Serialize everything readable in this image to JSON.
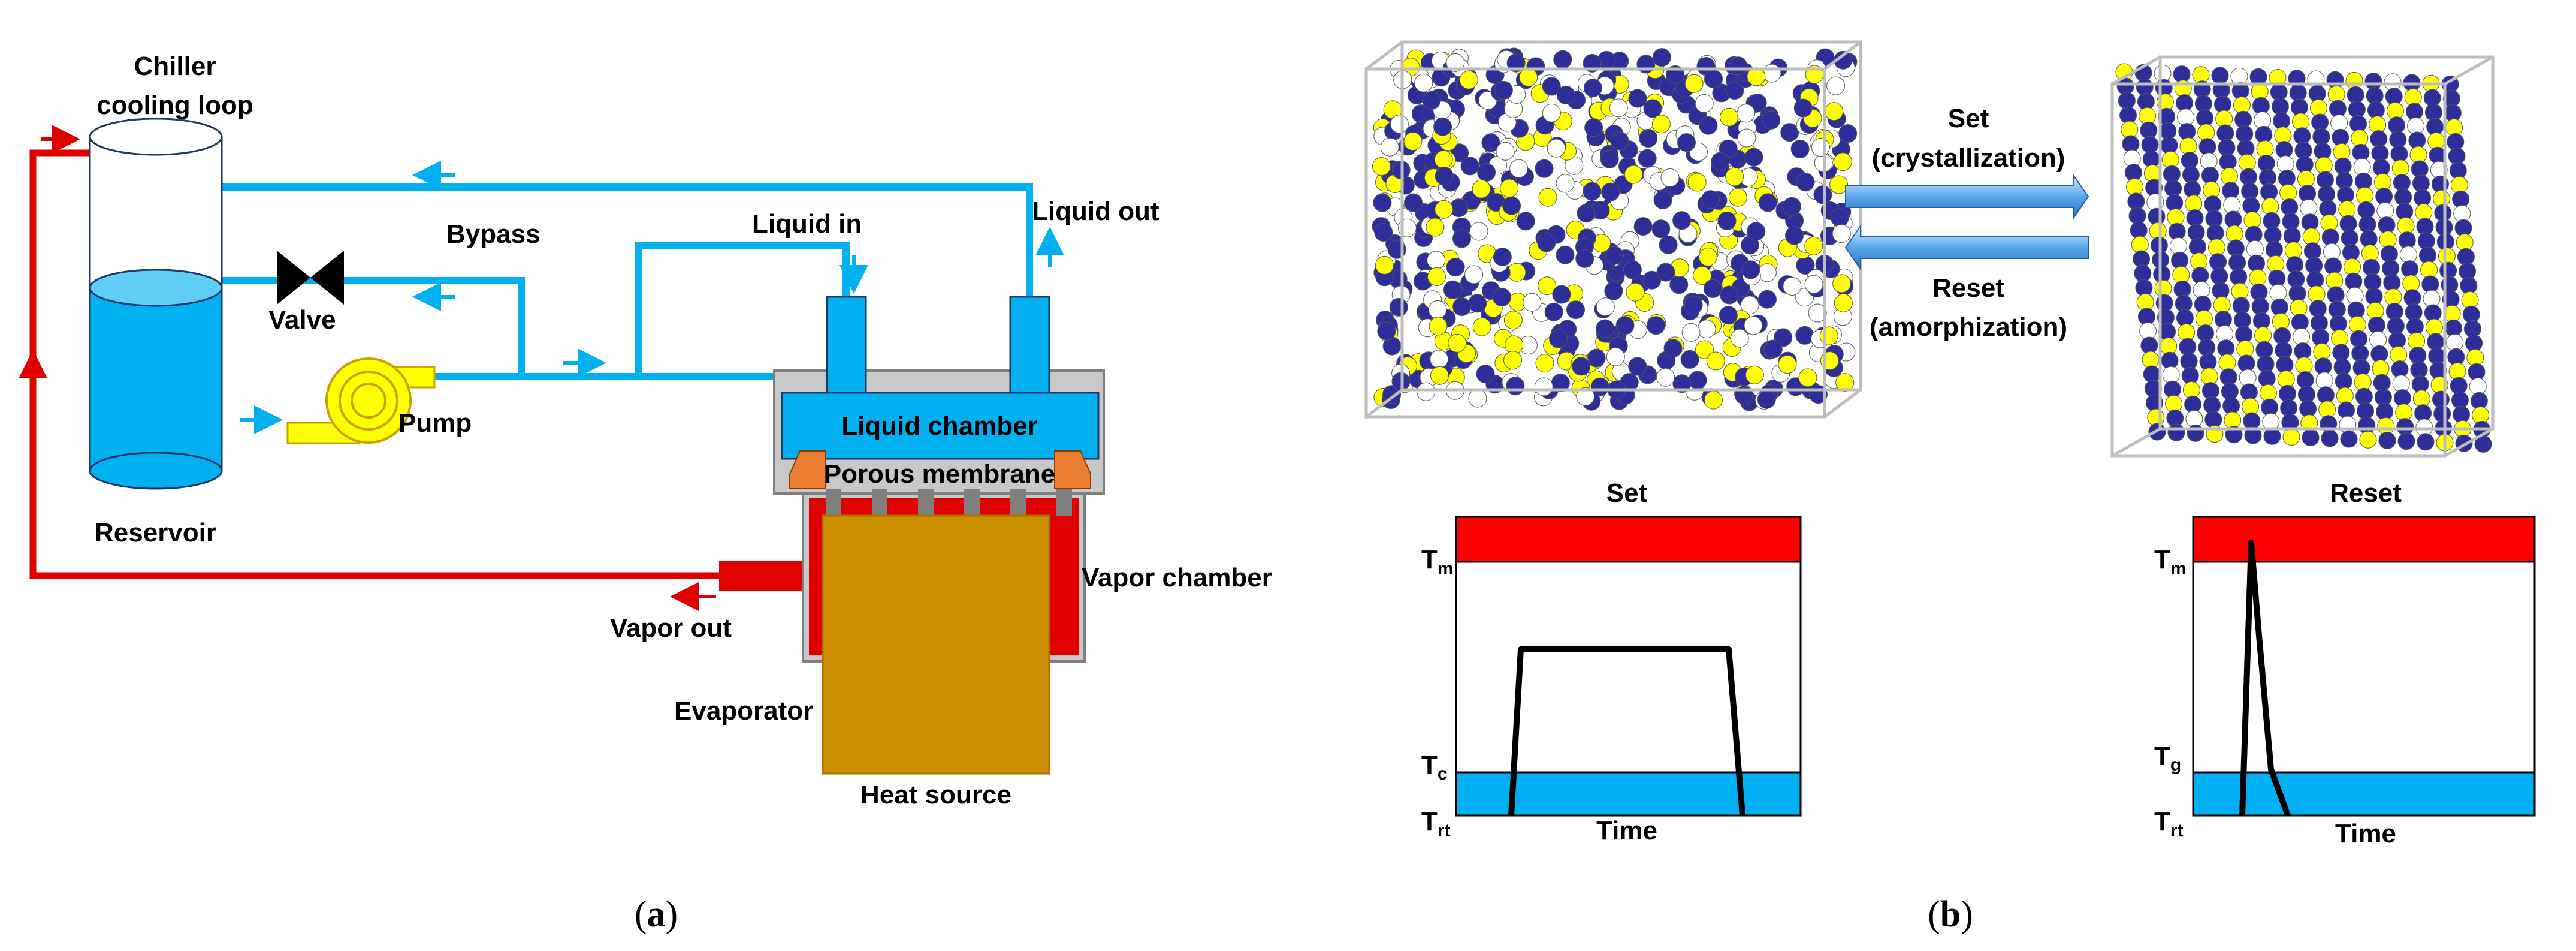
{
  "panel_a": {
    "chiller_line1": "Chiller",
    "chiller_line2": "cooling loop",
    "bypass": "Bypass",
    "liquid_in": "Liquid in",
    "liquid_out": "Liquid out",
    "valve": "Valve",
    "pump": "Pump",
    "liquid_chamber": "Liquid chamber",
    "porous_membrane": "Porous membrane",
    "reservoir": "Reservoir",
    "vapor_chamber": "Vapor chamber",
    "vapor_out": "Vapor out",
    "evaporator": "Evaporator",
    "heat_source": "Heat source",
    "caption": {
      "open": "(",
      "letter": "a",
      "close": ")"
    }
  },
  "panel_b": {
    "set_arrow_line1": "Set",
    "set_arrow_line2": "(crystallization)",
    "reset_arrow_line1": "Reset",
    "reset_arrow_line2": "(amorphization)",
    "set_chart": {
      "title": "Set",
      "t_top": {
        "main": "T",
        "sub": "m"
      },
      "t_mid": {
        "main": "T",
        "sub": "c"
      },
      "t_bottom": {
        "main": "T",
        "sub": "rt"
      },
      "xlabel": "Time"
    },
    "reset_chart": {
      "title": "Reset",
      "t_top": {
        "main": "T",
        "sub": "m"
      },
      "t_mid": {
        "main": "T",
        "sub": "g"
      },
      "t_bottom": {
        "main": "T",
        "sub": "rt"
      },
      "xlabel": "Time"
    },
    "caption": {
      "open": "(",
      "letter": "b",
      "close": ")"
    },
    "colors": {
      "hot_band": "#ff0000",
      "cold_band": "#00b0f0",
      "atom_blue": "#2e2e9a",
      "atom_yellow": "#ffff00",
      "atom_white": "#ffffff"
    }
  },
  "colors": {
    "liquid": "#00b0f0",
    "vapor": "#e00000",
    "heat_source": "#cc8f00",
    "pump": "#ffff00",
    "membrane": "#ed7d31",
    "housing": "#c8c8c8"
  }
}
